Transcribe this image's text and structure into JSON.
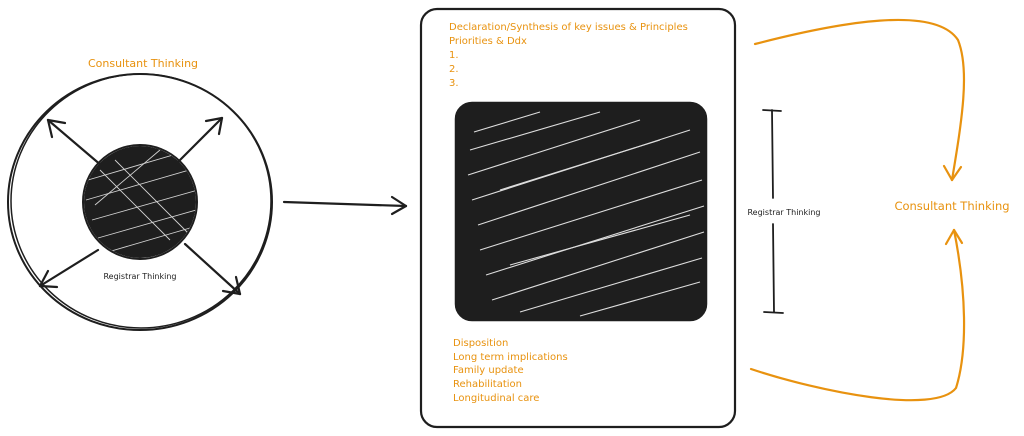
{
  "colors": {
    "ink": "#1e1e1e",
    "accent": "#e8920f",
    "background": "#ffffff"
  },
  "left_diagram": {
    "title": "Consultant Thinking",
    "core_label": "Registrar Thinking"
  },
  "card": {
    "header_lines": [
      "Declaration/Synthesis of key issues & Principles",
      "Priorities & Ddx",
      "1.",
      "2.",
      "3."
    ],
    "footer_lines": [
      "Disposition",
      "Long term implications",
      "Family update",
      "Rehabilitation",
      "Longitudinal care"
    ]
  },
  "span_marker": {
    "label": "Registrar Thinking"
  },
  "right_loop": {
    "label": "Consultant Thinking"
  }
}
